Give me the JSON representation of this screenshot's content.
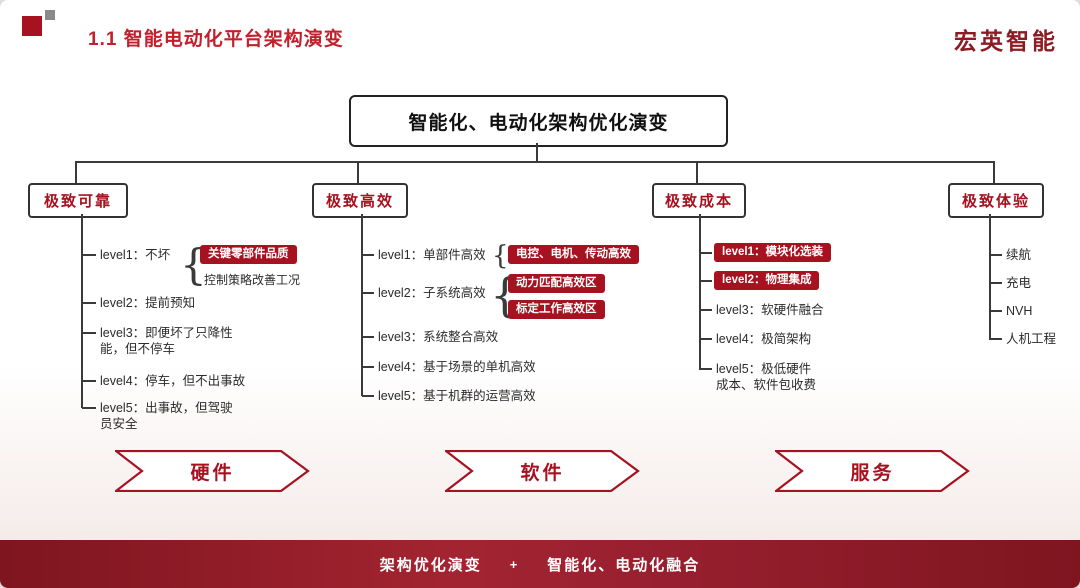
{
  "header": {
    "title": "1.1 智能电动化平台架构演变",
    "brand": "宏英智能"
  },
  "diagram": {
    "root": "智能化、电动化架构优化演变",
    "reliability": {
      "title": "极致可靠",
      "level1": "level1：不坏",
      "level1_badge": "关键零部件品质",
      "level1_note": "控制策略改善工况",
      "level2": "level2：提前预知",
      "level3": "level3：即便坏了只降性\n能，但不停车",
      "level4": "level4：停车，但不出事故",
      "level5": "level5：出事故，但驾驶\n员安全"
    },
    "efficiency": {
      "title": "极致高效",
      "level1": "level1：单部件高效",
      "level1_badge": "电控、电机、传动高效",
      "level2": "level2：子系统高效",
      "level2_badge1": "动力匹配高效区",
      "level2_badge2": "标定工作高效区",
      "level3": "level3：系统整合高效",
      "level4": "level4：基于场景的单机高效",
      "level5": "level5：基于机群的运营高效"
    },
    "cost": {
      "title": "极致成本",
      "level1": "level1：模块化选装",
      "level2": "level2：物理集成",
      "level3": "level3：软硬件融合",
      "level4": "level4：极简架构",
      "level5": "level5：极低硬件\n成本、软件包收费"
    },
    "experience": {
      "title": "极致体验",
      "items": [
        "续航",
        "充电",
        "NVH",
        "人机工程"
      ]
    }
  },
  "banners": [
    "硬件",
    "软件",
    "服务"
  ],
  "footer": {
    "left": "架构优化演变",
    "plus": "+",
    "right": "智能化、电动化融合"
  },
  "colors": {
    "accent": "#A6121F",
    "title_red": "#C2202C",
    "brand_red": "#8E1B24",
    "footer_bar": "#8C1A26"
  }
}
